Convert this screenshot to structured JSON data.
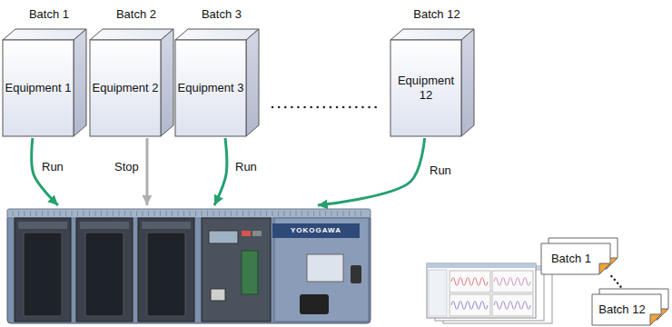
{
  "diagram": {
    "nodes": [
      {
        "text": [
          "Batch 1",
          "Equipment 1"
        ]
      },
      {
        "text": [
          "Batch 2",
          "Equipment 2"
        ]
      },
      {
        "text": [
          "Batch 3",
          "Equipment 3"
        ]
      },
      {
        "text": [
          "Batch 12",
          "Equipment 12"
        ]
      },
      {
        "text": [
          "YOKOGAWA"
        ]
      },
      {
        "text": [
          "Batch 1"
        ]
      },
      {
        "text": [
          "Batch 12"
        ]
      }
    ],
    "edges": [
      {
        "from": 0,
        "to": 4,
        "label": "Run",
        "arrow": "to"
      },
      {
        "from": 1,
        "to": 4,
        "label": "Stop",
        "arrow": "to"
      },
      {
        "from": 2,
        "to": 4,
        "label": "Run",
        "arrow": "to"
      },
      {
        "from": 3,
        "to": 4,
        "label": "Run",
        "arrow": "to"
      },
      {
        "from": 5,
        "to": 6,
        "arrow": "none"
      }
    ]
  }
}
